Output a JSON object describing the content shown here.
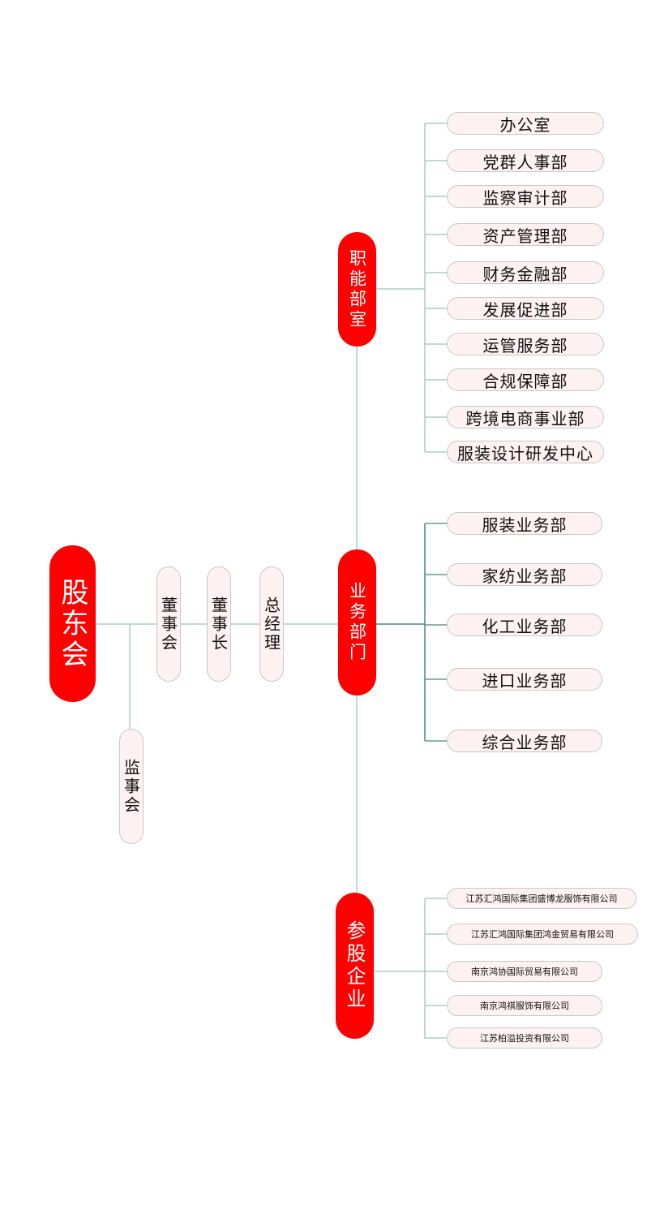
{
  "colors": {
    "accent": "#fe0000",
    "pill": "#fdf1f1",
    "line": "#9cc5b5"
  },
  "root": "股东会",
  "chain": [
    "董事会",
    "董事长",
    "总经理"
  ],
  "supervisory": "监事会",
  "groups": {
    "functional": {
      "title": "职能部室",
      "items": [
        "办公室",
        "党群人事部",
        "监察审计部",
        "资产管理部",
        "财务金融部",
        "发展促进部",
        "运管服务部",
        "合规保障部",
        "跨境电商事业部",
        "服装设计研发中心"
      ]
    },
    "business": {
      "title": "业务部门",
      "items": [
        "服装业务部",
        "家纺业务部",
        "化工业务部",
        "进口业务部",
        "综合业务部"
      ]
    },
    "holdings": {
      "title": "参股企业",
      "items": [
        "江苏汇鸿国际集团盛博龙服饰有限公司",
        "江苏汇鸿国际集团鸿金贸易有限公司",
        "南京鸿协国际贸易有限公司",
        "南京鸿祺服饰有限公司",
        "江苏柏溢投资有限公司"
      ]
    }
  }
}
